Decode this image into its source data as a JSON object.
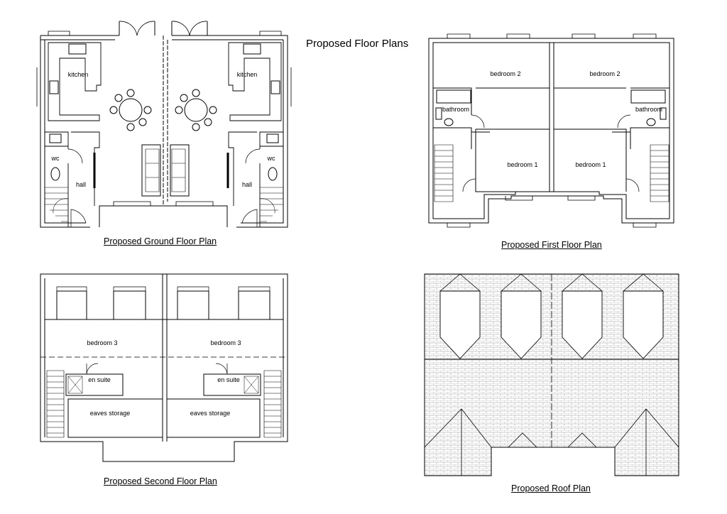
{
  "sheet_title": "Proposed Floor Plans",
  "plans": {
    "ground": {
      "title": "Proposed Ground Floor Plan",
      "rooms": {
        "kitchen_left": "kitchen",
        "kitchen_right": "kitchen",
        "wc_left": "wc",
        "wc_right": "wc",
        "hall_left": "hall",
        "hall_right": "hall"
      }
    },
    "first": {
      "title": "Proposed First Floor Plan",
      "rooms": {
        "bedroom2_left": "bedroom 2",
        "bedroom2_right": "bedroom 2",
        "bathroom_left": "bathroom",
        "bathroom_right": "bathroom",
        "bedroom1_left": "bedroom 1",
        "bedroom1_right": "bedroom 1"
      }
    },
    "second": {
      "title": "Proposed Second Floor Plan",
      "rooms": {
        "bedroom3_left": "bedroom 3",
        "bedroom3_right": "bedroom 3",
        "ensuite_left": "en suite",
        "ensuite_right": "en suite",
        "eaves_left": "eaves storage",
        "eaves_right": "eaves storage"
      }
    },
    "roof": {
      "title": "Proposed Roof Plan"
    }
  }
}
